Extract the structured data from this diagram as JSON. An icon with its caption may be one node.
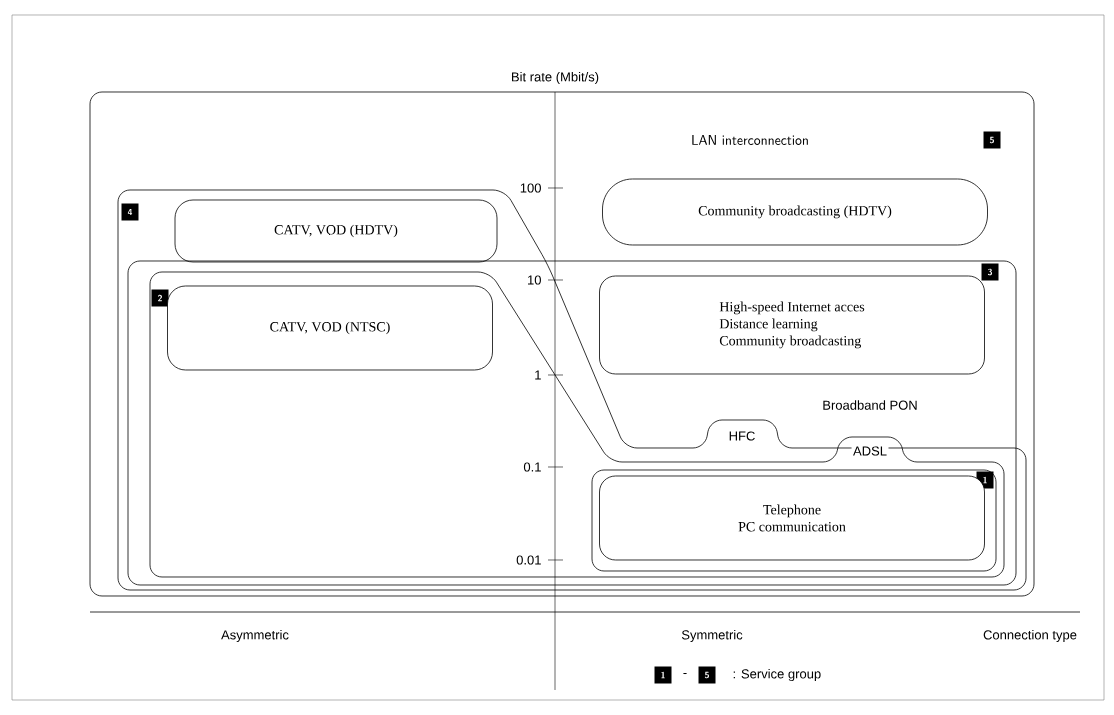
{
  "diagram": {
    "nodes": [
      {
        "text": [
          "LAN interconnection",
          "5"
        ]
      },
      {
        "text": [
          "Community broadcasting (HDTV)"
        ],
        "in": 0
      },
      {
        "text": [
          "4"
        ],
        "in": 0
      },
      {
        "text": [
          "CATV, VOD (HDTV)"
        ],
        "in": 2
      },
      {
        "text": [
          "3"
        ],
        "in": 2
      },
      {
        "text": [
          "High-speed Internet acces",
          "Distance learning",
          "Community broadcasting"
        ],
        "in": 4
      },
      {
        "text": [
          "2"
        ],
        "in": 4
      },
      {
        "text": [
          "CATV, VOD (NTSC)"
        ],
        "in": 6
      },
      {
        "text": [
          "1"
        ],
        "in": 6
      },
      {
        "text": [
          "Telephone",
          "PC communication"
        ],
        "in": 8
      }
    ],
    "labels": [
      "Bit rate (Mbit/s)",
      "100",
      "10",
      "1",
      "0.1",
      "0.01",
      "Broadband PON",
      "HFC",
      "ADSL",
      "Asymmetric",
      "Symmetric",
      "Connection type",
      "1",
      "-",
      "5",
      ": Service group"
    ]
  }
}
